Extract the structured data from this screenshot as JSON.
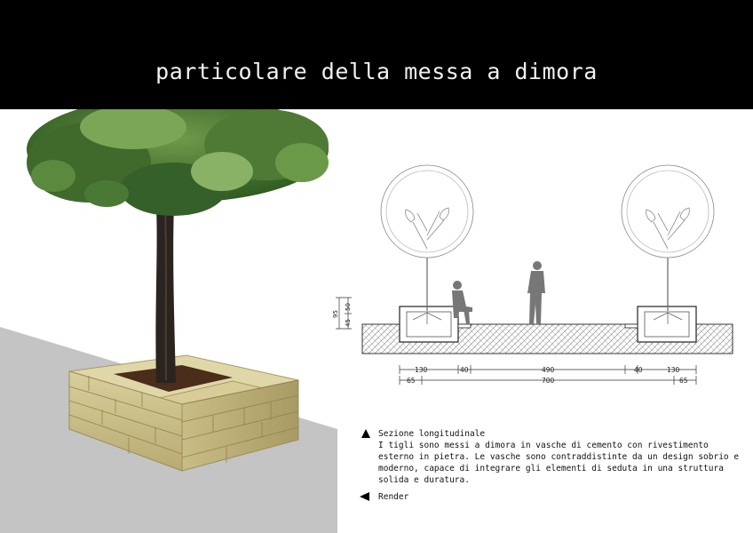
{
  "header": {
    "title": "particolare della messa a dimora"
  },
  "section_drawing": {
    "dimensions_vertical": {
      "total": "95",
      "upper": "50",
      "lower": "45"
    },
    "dimensions_horizontal": {
      "row1": [
        "130",
        "40",
        "490",
        "40",
        "130"
      ],
      "row2": [
        "65",
        "700",
        "65"
      ]
    }
  },
  "caption": {
    "section_heading": "Sezione longitudinale",
    "section_text": "I tigli sono messi a dimora in vasche di cemento con rivestimento esterno in pietra. Le vasche sono contraddistinte da un design sobrio e moderno, capace di integrare gli elementi di seduta in una struttura solida e duratura.",
    "render_label": "Render"
  }
}
